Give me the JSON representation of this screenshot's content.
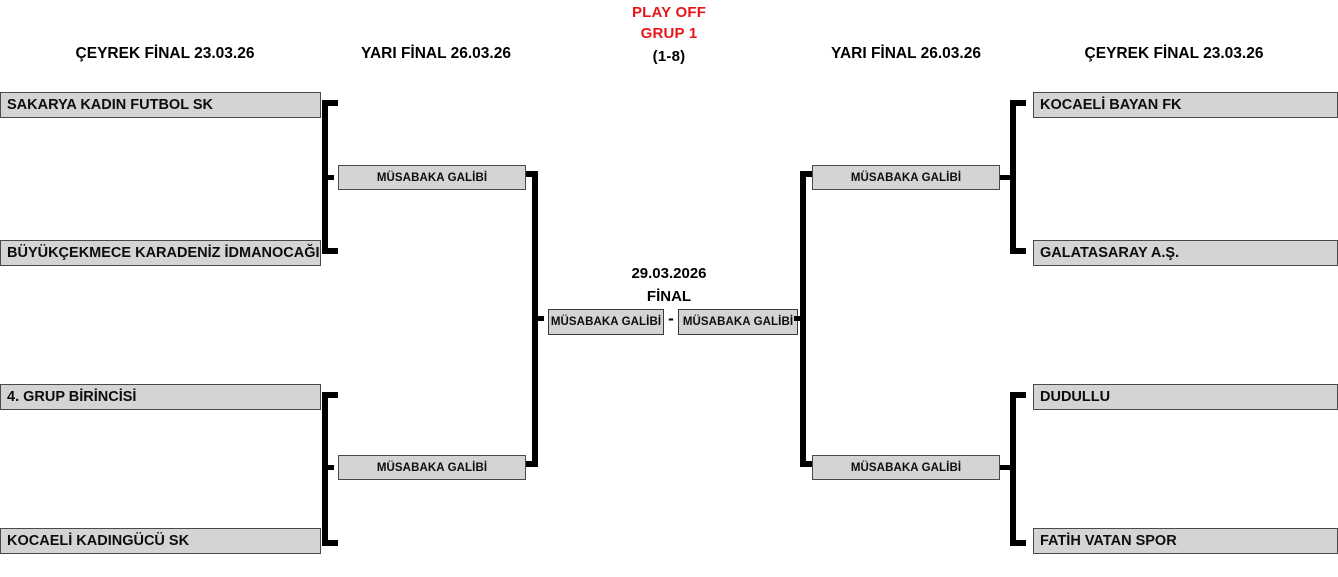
{
  "header": {
    "play_off": "PLAY OFF",
    "group": "GRUP 1",
    "range": "(1-8)"
  },
  "columns": {
    "quarter_final_left": "ÇEYREK FİNAL 23.03.26",
    "semi_final_left": "YARI FİNAL 26.03.26",
    "semi_final_right": "YARI FİNAL 26.03.26",
    "quarter_final_right": "ÇEYREK FİNAL 23.03.26"
  },
  "bracket": {
    "left": {
      "quarter_finals": [
        {
          "slot": "SAKARYA KADIN FUTBOL SK"
        },
        {
          "slot": "BÜYÜKÇEKMECE KARADENİZ İDMANOCAĞI"
        },
        {
          "slot": "4. GRUP BİRİNCİSİ"
        },
        {
          "slot": "KOCAELİ KADINGÜCÜ SK"
        }
      ],
      "semi_finals": [
        {
          "slot": "MÜSABAKA GALİBİ"
        },
        {
          "slot": "MÜSABAKA GALİBİ"
        }
      ]
    },
    "right": {
      "quarter_finals": [
        {
          "slot": "KOCAELİ BAYAN FK"
        },
        {
          "slot": "GALATASARAY A.Ş."
        },
        {
          "slot": "DUDULLU"
        },
        {
          "slot": "FATİH VATAN SPOR"
        }
      ],
      "semi_finals": [
        {
          "slot": "MÜSABAKA GALİBİ"
        },
        {
          "slot": "MÜSABAKA GALİBİ"
        }
      ]
    }
  },
  "final": {
    "date": "29.03.2026",
    "label": "FİNAL",
    "home": "MÜSABAKA GALİBİ",
    "away": "MÜSABAKA GALİBİ",
    "separator": "-"
  },
  "colors": {
    "accent": "#e8161a",
    "box_fill": "#d4d4d4",
    "box_border": "#4a4a4a",
    "line": "#000000"
  }
}
